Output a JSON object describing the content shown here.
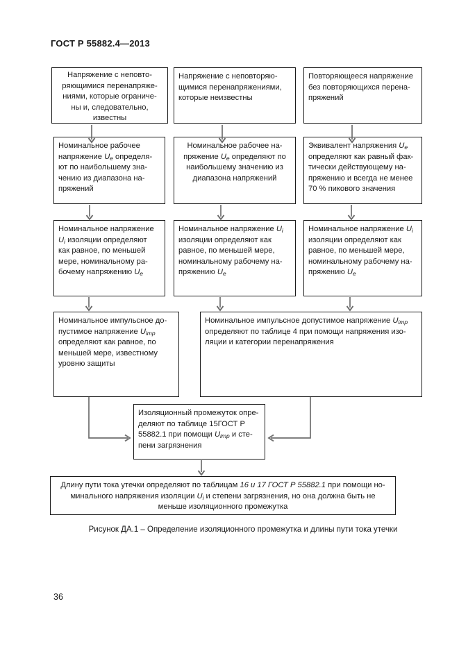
{
  "colors": {
    "arrow": "#6e6e6e",
    "border": "#1a1a1a",
    "text": "#1a1a1a",
    "page_bg": "#ffffff"
  },
  "header": {
    "title": "ГОСТ Р 55882.4—2013"
  },
  "figure": {
    "caption": "Рисунок ДА.1 – Определение изоляционного промежутка и длины пути тока утечки",
    "boxes": {
      "r1c1": {
        "html": "Напряжение с неповто-<br>ряющимися перенапряже-<br>ниями, которые ограниче-<br>ны и, следовательно,<br>известны"
      },
      "r1c2": {
        "html": "Напряжение с неповторяю-<br>щимися перенапряжениями,<br>которые неизвестны"
      },
      "r1c3": {
        "html": "Повторяющееся напряжение<br>без повторяющихся перена-<br>пряжений"
      },
      "r2c1": {
        "html": "Номинальное рабочее<br>напряжение <i>U<sub>e</sub></i> определя-<br>ют по наибольшему зна-<br>чению из диапазона на-<br>пряжений"
      },
      "r2c2": {
        "html": "Номинальное рабочее на-<br>пряжение <i>U<sub>e</sub></i> определяют по<br>наибольшему значению из<br>диапазона напряжений"
      },
      "r2c3": {
        "html": "Эквивалент напряжения <i>U<sub>e</sub></i><br>определяют как равный фак-<br>тически действующему на-<br>пряжению и всегда не менее<br>70 % пикового значения"
      },
      "r3c1": {
        "html": "Номинальное напряжение<br><i>U<sub>i</sub></i> изоляции определяют<br>как равное, по меньшей<br>мере, номинальному ра-<br>бочему напряжению <i>U<sub>e</sub></i>"
      },
      "r3c2": {
        "html": "Номинальное напряжение <i>U<sub>i</sub></i><br>изоляции определяют как<br>равное, по меньшей мере,<br>номинальному рабочему на-<br>пряжению <i>U<sub>e</sub></i>"
      },
      "r3c3": {
        "html": "Номинальное напряжение <i>U<sub>i</sub></i><br>изоляции определяют как<br>равное, по меньшей мере,<br>номинальному рабочему на-<br>пряжению <i>U<sub>e</sub></i>"
      },
      "r4c1": {
        "html": "Номинальное импульсное до-<br>пустимое напряжение <i>U<sub>imp</sub></i><br>определяют как равное, по<br>меньшей мере, известному<br>уровню защиты"
      },
      "r4wide": {
        "html": "Номинальное импульсное допустимое напряжение <i>U<sub>imp</sub></i><br>определяют по таблице 4 при помощи напряжения изо-<br>ляции и категории перенапряжения"
      },
      "r5center": {
        "html": "Изоляционный промежуток опре-<br>деляют по таблице 15ГОСТ Р<br>55882.1 при помощи <i>U<sub>imp</sub></i> и сте-<br>пени загрязнения"
      },
      "r6bottom": {
        "html": "Длину пути тока утечки определяют по таблицам <i>16 и 17 ГОСТ Р 55882.1</i> при помощи но-<br>минального напряжения изоляции <i>U<sub>i</sub></i> и степени загрязнения, но она должна быть не<br>меньше изоляционного промежутка"
      }
    }
  },
  "footer": {
    "page_number": "36"
  }
}
